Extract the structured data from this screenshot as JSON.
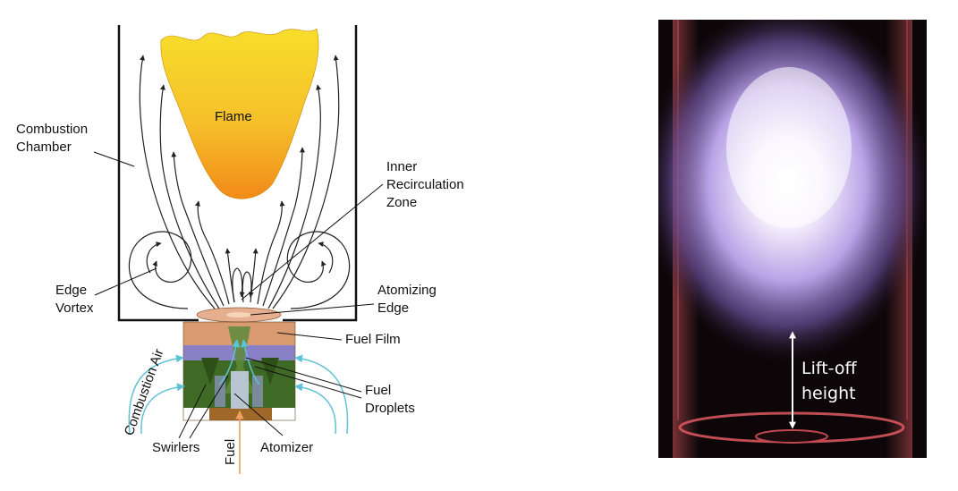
{
  "diagram": {
    "labels": {
      "flame": "Flame",
      "combustion_chamber": [
        "Combustion",
        "Chamber"
      ],
      "inner_recirculation_zone": [
        "Inner",
        "Recirculation",
        "Zone"
      ],
      "edge_vortex": [
        "Edge",
        "Vortex"
      ],
      "atomizing_edge": [
        "Atomizing",
        "Edge"
      ],
      "fuel_film": "Fuel Film",
      "combustion_air": "Combustion Air",
      "fuel_droplets": [
        "Fuel",
        "Droplets"
      ],
      "swirlers": "Swirlers",
      "fuel": "Fuel",
      "atomizer": "Atomizer"
    },
    "colors": {
      "flame_top": "#f7de2b",
      "flame_bottom": "#f29a1a",
      "air_arrows": "#5fc2d6",
      "fuel_arrow": "#f0a060",
      "swirler_green": "#3f6a26",
      "swirler_purple": "#8a80c8",
      "atomizer_copper": "#d99a70",
      "base_brown": "#a06828"
    }
  },
  "photo": {
    "annotation": [
      "Lift-off",
      "height"
    ],
    "colors": {
      "background": "#0c0608",
      "glow_core": "#ffffff",
      "glow_outer": "#9a7ad0",
      "ring": "#e05a60"
    }
  }
}
